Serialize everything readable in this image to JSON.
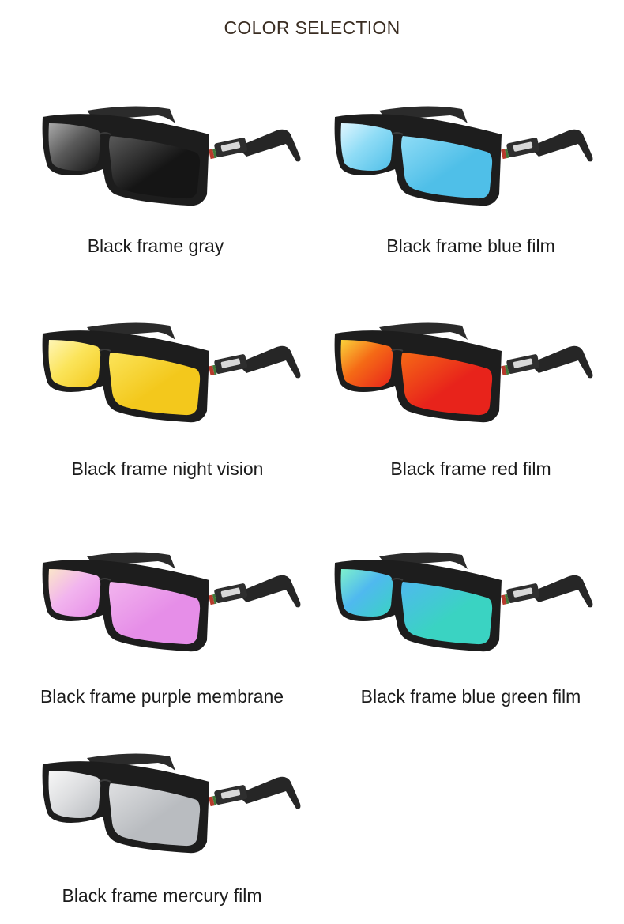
{
  "header": {
    "title": "COLOR SELECTION"
  },
  "products": [
    {
      "label": "Black frame gray",
      "lens_colors": [
        "#151515",
        "#5a5a5a",
        "#a9a9a9"
      ]
    },
    {
      "label": "Black frame blue film",
      "lens_colors": [
        "#4fbfe8",
        "#8fdcf6",
        "#dff6ff"
      ]
    },
    {
      "label": "Black frame night vision",
      "lens_colors": [
        "#f3c81c",
        "#fbe45a",
        "#fff6b6"
      ]
    },
    {
      "label": "Black frame red film",
      "lens_colors": [
        "#e8231b",
        "#f56a16",
        "#fbd23a"
      ]
    },
    {
      "label": "Black frame purple membrane",
      "lens_colors": [
        "#e68ee8",
        "#f2b4ee",
        "#fbe6c9"
      ]
    },
    {
      "label": "Black frame blue green film",
      "lens_colors": [
        "#3ad3c2",
        "#4fb9ef",
        "#7ef0cc"
      ]
    },
    {
      "label": "Black frame mercury film",
      "lens_colors": [
        "#b9bcc0",
        "#dedfe1",
        "#f7f7f7"
      ]
    }
  ]
}
